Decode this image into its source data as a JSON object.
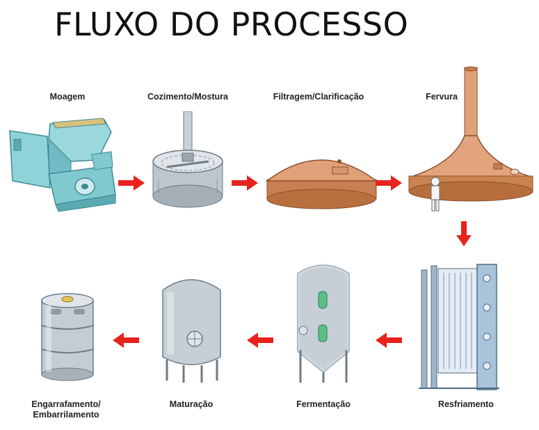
{
  "title": "FLUXO DO PROCESSO",
  "steps": [
    {
      "label": "Moagem",
      "icon": "grain-mill-icon"
    },
    {
      "label": "Cozimento/Mostura",
      "icon": "mash-tun-icon"
    },
    {
      "label": "Filtragem/Clarificação",
      "icon": "lauter-tun-icon"
    },
    {
      "label": "Fervura",
      "icon": "brew-kettle-icon"
    },
    {
      "label": "Resfriamento",
      "icon": "plate-heat-exchanger-icon"
    },
    {
      "label": "Fermentação",
      "icon": "fermentation-tank-icon"
    },
    {
      "label": "Maturação",
      "icon": "maturation-tank-icon"
    },
    {
      "label": "Engarrafamento/",
      "label2": "Embarrilamento",
      "icon": "keg-icon"
    }
  ],
  "colors": {
    "arrow": "#e8231c",
    "copper": "#d4875a",
    "steel": "#b9c3cb",
    "mill": "#7fc9cf"
  }
}
